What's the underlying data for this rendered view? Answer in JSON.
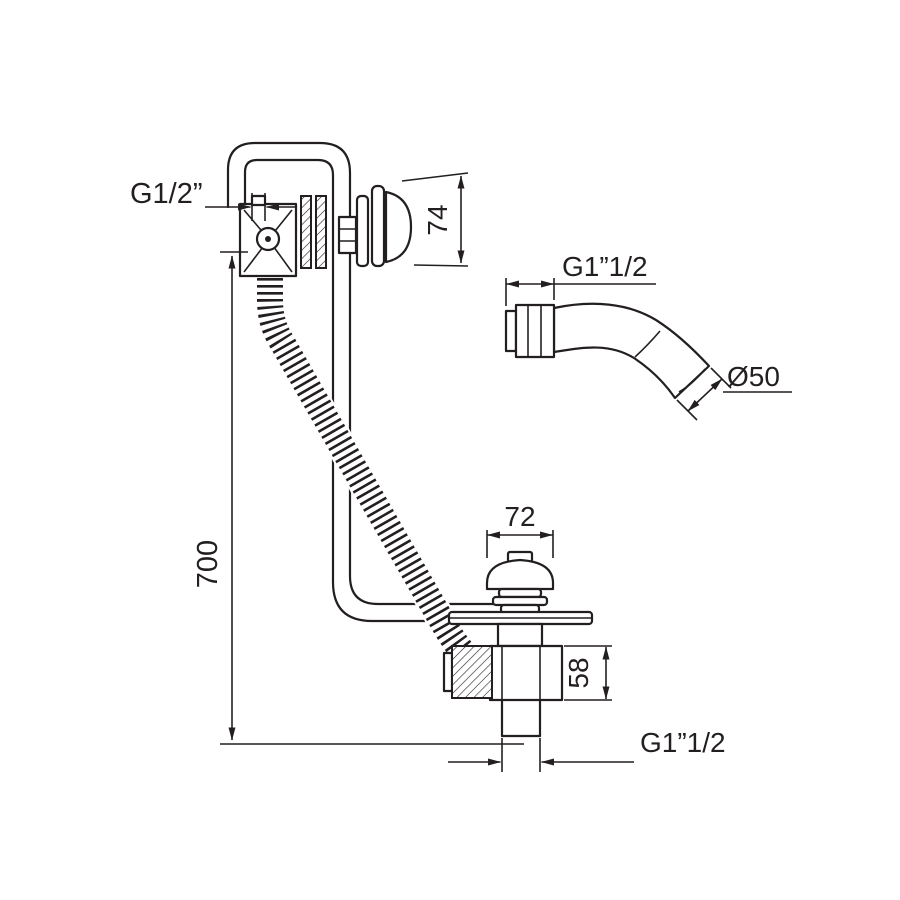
{
  "drawing": {
    "colors": {
      "line": "#231f20",
      "background": "#ffffff"
    },
    "labels": {
      "overflow_thread": "G1/2”",
      "hose_length": "700",
      "overflow_plate_diameter": "74",
      "plug_cap_diameter": "72",
      "waste_height": "58",
      "waste_outlet_thread": "G1”1/2",
      "elbow_inlet_thread": "G1”1/2",
      "elbow_outlet_diameter": "Ø50"
    }
  }
}
